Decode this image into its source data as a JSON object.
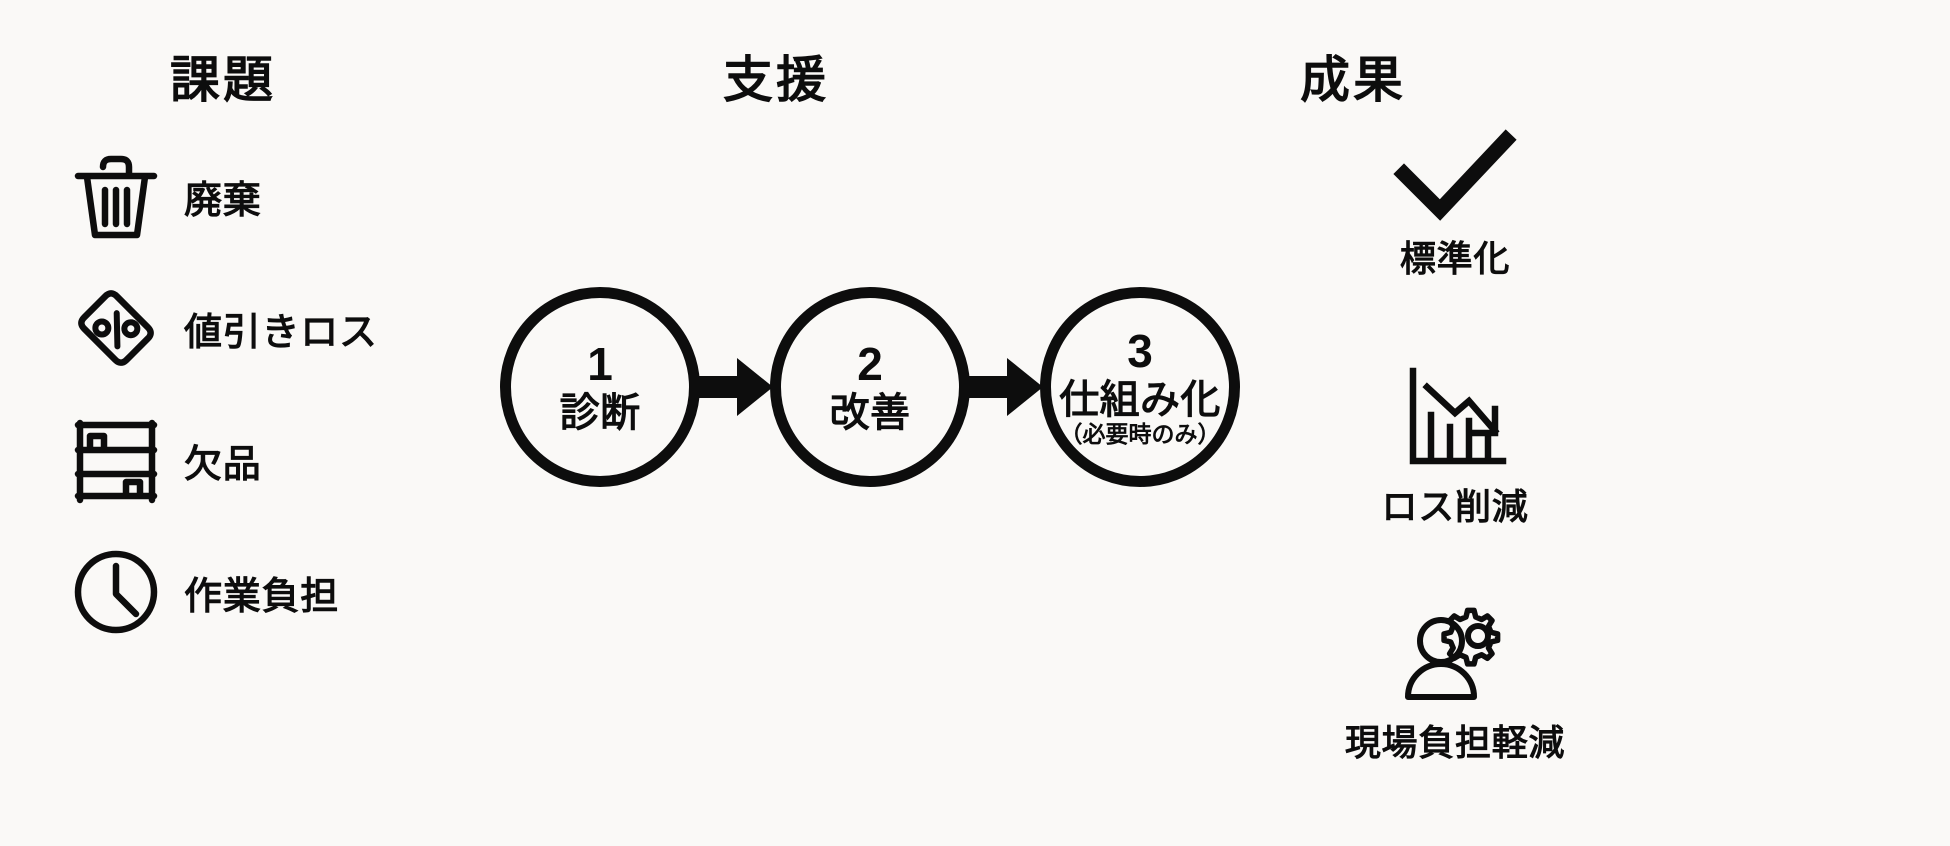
{
  "columns": {
    "issues": {
      "header": "課題",
      "items": [
        {
          "icon": "trash-icon",
          "label": "廃棄"
        },
        {
          "icon": "price-tag-percent-icon",
          "label": "値引きロス"
        },
        {
          "icon": "shelf-icon",
          "label": "欠品"
        },
        {
          "icon": "clock-icon",
          "label": "作業負担"
        }
      ]
    },
    "support": {
      "header": "支援",
      "steps": [
        {
          "number": "1",
          "name": "診断",
          "note": ""
        },
        {
          "number": "2",
          "name": "改善",
          "note": ""
        },
        {
          "number": "3",
          "name": "仕組み化",
          "note": "（必要時のみ）"
        }
      ],
      "arrows": [
        {
          "icon": "arrow-right-icon"
        },
        {
          "icon": "arrow-right-icon"
        }
      ]
    },
    "results": {
      "header": "成果",
      "items": [
        {
          "icon": "checkmark-icon",
          "label": "標準化"
        },
        {
          "icon": "declining-chart-icon",
          "label": "ロス削減"
        },
        {
          "icon": "person-gear-icon",
          "label": "現場負担軽減"
        }
      ]
    }
  },
  "colors": {
    "background": "#faf9f7",
    "ink": "#0d0d0d"
  }
}
